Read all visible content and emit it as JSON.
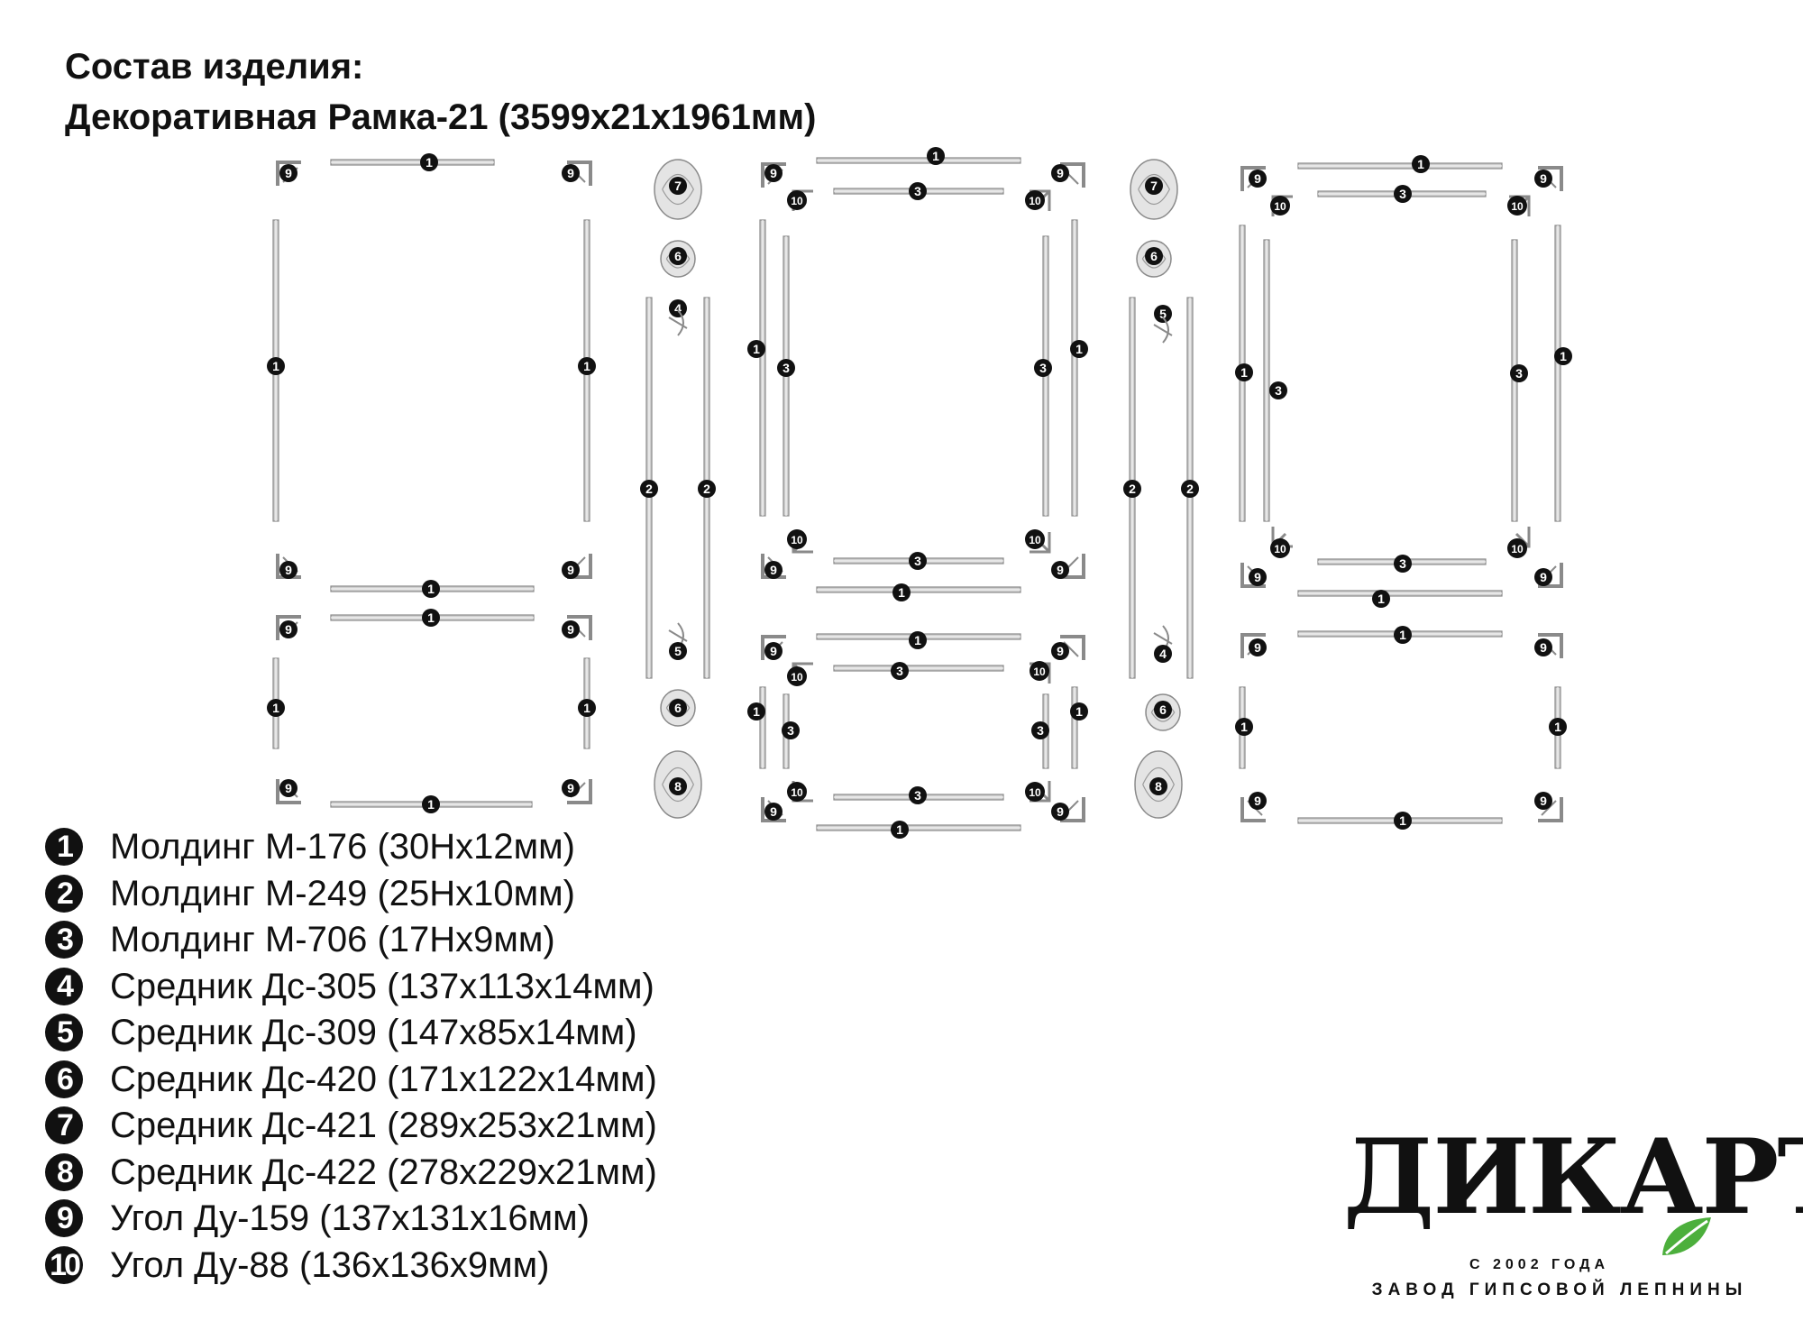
{
  "title": {
    "line1": "Состав изделия:",
    "line2": "Декоративная Рамка-21 (3599x21x1961мм)"
  },
  "legend": [
    {
      "num": "1",
      "text": "Молдинг М-176 (30Нх12мм)"
    },
    {
      "num": "2",
      "text": "Молдинг М-249 (25Нх10мм)"
    },
    {
      "num": "3",
      "text": "Молдинг М-706 (17Нх9мм)"
    },
    {
      "num": "4",
      "text": "Средник Дс-305 (137х113х14мм)"
    },
    {
      "num": "5",
      "text": "Средник Дс-309 (147х85х14мм)"
    },
    {
      "num": "6",
      "text": "Средник Дс-420 (171х122х14мм)"
    },
    {
      "num": "7",
      "text": "Средник Дс-421 (289х253х21мм)"
    },
    {
      "num": "8",
      "text": "Средник Дс-422 (278х229х21мм)"
    },
    {
      "num": "9",
      "text": "Угол Ду-159 (137х131х16мм)"
    },
    {
      "num": "10",
      "text": "Угол Ду-88 (136х136х9мм)"
    }
  ],
  "logo": {
    "brand": "ДИКАРТ",
    "since": "С 2002 ГОДА",
    "factory": "ЗАВОД ГИПСОВОЙ ЛЕПНИНЫ",
    "leaf_color": "#4caf3c"
  },
  "colors": {
    "ink": "#111111",
    "molding": "#cfcfcf",
    "molding_edge": "#8a8a8a"
  }
}
